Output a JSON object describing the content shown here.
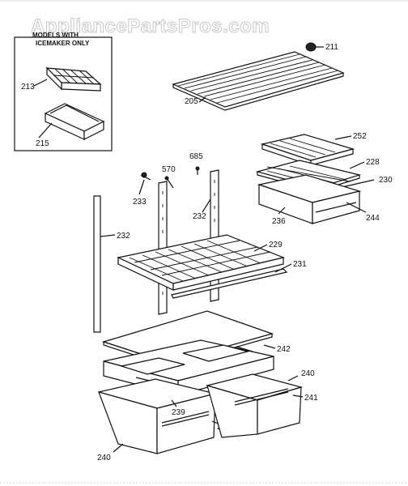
{
  "watermark": "AppliancePartsPros.com",
  "note_box": {
    "line1": "MODELS WITH",
    "line2": "ICEMAKER ONLY"
  },
  "labels": {
    "p211": "211",
    "p205": "205",
    "p213": "213",
    "p215": "215",
    "p252": "252",
    "p228": "228",
    "p230": "230",
    "p236": "236",
    "p244": "244",
    "p570": "570",
    "p685": "685",
    "p233": "233",
    "p232a": "232",
    "p232b": "232",
    "p229": "229",
    "p231": "231",
    "p242": "242",
    "p240a": "240",
    "p241a": "241",
    "p239": "239",
    "p241b": "241",
    "p240b": "240"
  }
}
